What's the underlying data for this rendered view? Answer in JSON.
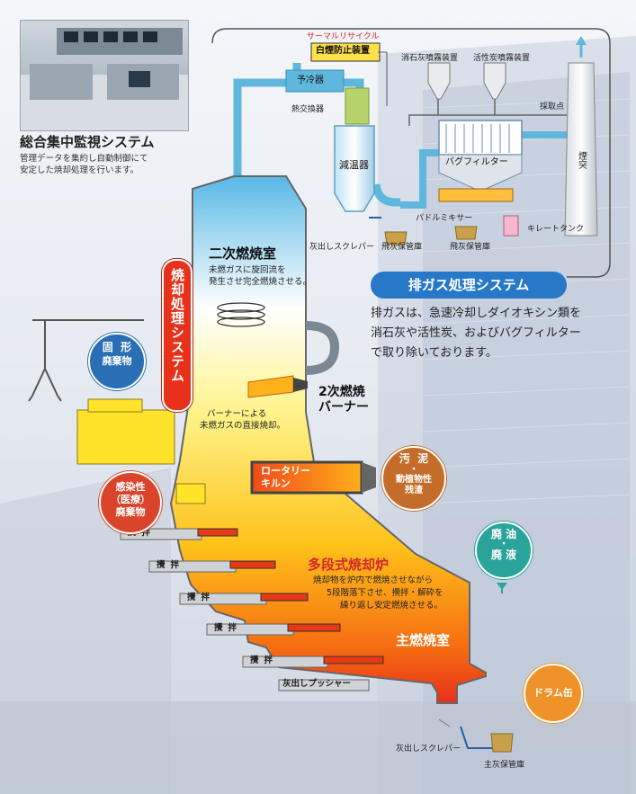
{
  "monitor": {
    "title": "総合集中監視システム",
    "desc_line1": "管理データを集約し自動制御にて",
    "desc_line2": "安定した焼却処理を行います。"
  },
  "gas": {
    "thermal_recycle": "サーマルリサイクル",
    "white_smoke": "白煙防止装置",
    "preheater": "予冷器",
    "heat_exchanger": "熱交換器",
    "lime_sprayer": "消石灰噴霧装置",
    "carbon_sprayer": "活性炭噴霧装置",
    "sampling_point": "採取点",
    "chimney": "煙突",
    "cooling_tower": "減温器",
    "bag_filter": "バグフィルター",
    "paddle_mixer": "パドルミキサー",
    "chelate_tank": "キレートタンク",
    "scraper": "灰出しスクレパー",
    "fly_ash_storage_1": "飛灰保管庫",
    "fly_ash_storage_2": "飛灰保管庫"
  },
  "exhaust": {
    "title": "排ガス処理システム",
    "desc_line1": "排ガスは、急速冷却しダイオキシン類を",
    "desc_line2": "消石灰や活性炭、およびバグフィルター",
    "desc_line3": "で取り除いております。"
  },
  "incinerator": {
    "secondary_chamber": "二次燃焼室",
    "secondary_desc_1": "未燃ガスに旋回流を",
    "secondary_desc_2": "発生させ完全燃焼させる。",
    "system_label": "焼却処理システム",
    "burner_label_1": "2次燃焼",
    "burner_label_2": "バーナー",
    "burner_desc_1": "バーナーによる",
    "burner_desc_2": "未燃ガスの直接焼却。",
    "rotary_kiln_1": "ロータリー",
    "rotary_kiln_2": "キルン",
    "multistage_title": "多段式焼却炉",
    "multistage_desc_1": "焼却物を炉内で燃焼させながら",
    "multistage_desc_2": "5段階落下させ、攪拌・解砕を",
    "multistage_desc_3": "繰り返し安定燃焼させる。",
    "main_chamber": "主燃焼室",
    "stir": "攪拌",
    "ash_pusher": "灰出しプッシャー",
    "bottom_scraper": "灰出しスクレパー",
    "main_ash_storage": "主灰保管庫"
  },
  "waste": {
    "solid_1": "固",
    "solid_2": "形",
    "solid_3": "廃棄物",
    "infectious_1": "感染性",
    "infectious_2": "（医療）",
    "infectious_3": "廃棄物",
    "sludge_1": "汚",
    "sludge_2": "泥",
    "sludge_3": "・",
    "sludge_4": "動植物性",
    "sludge_5": "残渣",
    "oil_1": "廃",
    "oil_2": "油",
    "oil_3": "・",
    "oil_4": "廃",
    "oil_5": "液",
    "drum": "ドラム缶"
  },
  "colors": {
    "pipe": "#5fb7dd",
    "system_blue": "#2878c8",
    "fire_red": "#e8311a",
    "solid_blue": "#2a6fb5",
    "infectious_red": "#d9442b",
    "sludge_brown": "#c46d2a",
    "oil_teal": "#2aa49a",
    "drum_orange": "#f0922a"
  }
}
